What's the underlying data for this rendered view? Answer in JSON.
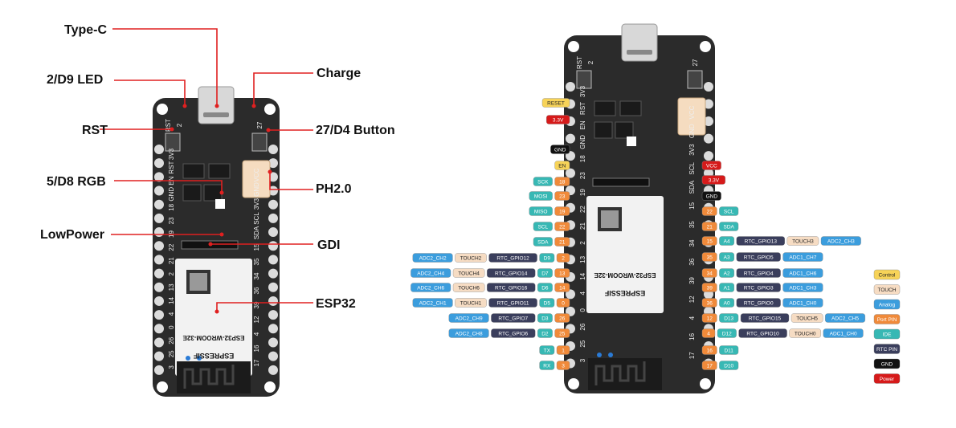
{
  "left_callouts": [
    {
      "id": "typec",
      "text": "Type-C"
    },
    {
      "id": "led",
      "text": "2/D9 LED"
    },
    {
      "id": "charge",
      "text": "Charge"
    },
    {
      "id": "rst",
      "text": "RST"
    },
    {
      "id": "button",
      "text": "27/D4 Button"
    },
    {
      "id": "rgb",
      "text": "5/D8 RGB"
    },
    {
      "id": "ph",
      "text": "PH2.0"
    },
    {
      "id": "lowpower",
      "text": "LowPower"
    },
    {
      "id": "gdi",
      "text": "GDI"
    },
    {
      "id": "esp32",
      "text": "ESP32"
    }
  ],
  "board": {
    "module_text": "ESP32-WROOM-32E",
    "brand": "ESPRESSIF",
    "top_left_label": "RST",
    "top_left_num": "2",
    "top_right_num": "27",
    "left_header": [
      "3V3",
      "RST",
      "EN",
      "GND",
      "18",
      "23",
      "19",
      "22",
      "21",
      "2",
      "13",
      "14",
      "4",
      "0",
      "26",
      "25",
      "3"
    ],
    "right_header": [
      "VCC",
      "GND",
      "3V3",
      "SCL",
      "SDA",
      "15",
      "35",
      "34",
      "36",
      "39",
      "12",
      "4",
      "16",
      "17"
    ]
  },
  "colors": {
    "control": "#f7d358",
    "touch": "#f6dcc3",
    "analog": "#3b9ddd",
    "port_pin": "#f08a3a",
    "ide": "#37b8b4",
    "rtc_pin": "#3a3e5c",
    "gnd": "#111111",
    "power": "#d61a1a",
    "pcb": "#2b2b2b",
    "red_line": "#e02020"
  },
  "pinout_left": [
    {
      "chips": [
        {
          "t": "RESET",
          "k": "control"
        }
      ]
    },
    {
      "chips": [
        {
          "t": "3.3V",
          "k": "power"
        }
      ]
    },
    {
      "chips": [
        {
          "t": "GND",
          "k": "gnd"
        }
      ]
    },
    {
      "chips": [
        {
          "t": "EN",
          "k": "control"
        }
      ]
    },
    {
      "chips": [
        {
          "t": "SCK",
          "k": "ide"
        },
        {
          "t": "18",
          "k": "port_pin"
        }
      ]
    },
    {
      "chips": [
        {
          "t": "MOSI",
          "k": "ide"
        },
        {
          "t": "23",
          "k": "port_pin"
        }
      ]
    },
    {
      "chips": [
        {
          "t": "MISO",
          "k": "ide"
        },
        {
          "t": "19",
          "k": "port_pin"
        }
      ]
    },
    {
      "chips": [
        {
          "t": "SCL",
          "k": "ide"
        },
        {
          "t": "22",
          "k": "port_pin"
        }
      ]
    },
    {
      "chips": [
        {
          "t": "SDA",
          "k": "ide"
        },
        {
          "t": "21",
          "k": "port_pin"
        }
      ]
    },
    {
      "chips": [
        {
          "t": "ADC2_CH2",
          "k": "analog"
        },
        {
          "t": "TOUCH2",
          "k": "touch"
        },
        {
          "t": "RTC_GPIO12",
          "k": "rtc_pin"
        },
        {
          "t": "D9",
          "k": "ide"
        },
        {
          "t": "2",
          "k": "port_pin"
        }
      ]
    },
    {
      "chips": [
        {
          "t": "ADC2_CH4",
          "k": "analog"
        },
        {
          "t": "TOUCH4",
          "k": "touch"
        },
        {
          "t": "RTC_GPIO14",
          "k": "rtc_pin"
        },
        {
          "t": "D7",
          "k": "ide"
        },
        {
          "t": "13",
          "k": "port_pin"
        }
      ]
    },
    {
      "chips": [
        {
          "t": "ADC2_CH6",
          "k": "analog"
        },
        {
          "t": "TOUCH6",
          "k": "touch"
        },
        {
          "t": "RTC_GPIO16",
          "k": "rtc_pin"
        },
        {
          "t": "D6",
          "k": "ide"
        },
        {
          "t": "14",
          "k": "port_pin"
        }
      ]
    },
    {
      "chips": [
        {
          "t": "ADC2_CH1",
          "k": "analog"
        },
        {
          "t": "TOUCH1",
          "k": "touch"
        },
        {
          "t": "RTC_GPIO11",
          "k": "rtc_pin"
        },
        {
          "t": "D5",
          "k": "ide"
        },
        {
          "t": "0",
          "k": "port_pin"
        }
      ]
    },
    {
      "chips": [
        {
          "t": "ADC2_CH9",
          "k": "analog"
        },
        {
          "t": "RTC_GPIO7",
          "k": "rtc_pin"
        },
        {
          "t": "D3",
          "k": "ide"
        },
        {
          "t": "26",
          "k": "port_pin"
        }
      ]
    },
    {
      "chips": [
        {
          "t": "ADC2_CH8",
          "k": "analog"
        },
        {
          "t": "RTC_GPIO6",
          "k": "rtc_pin"
        },
        {
          "t": "D2",
          "k": "ide"
        },
        {
          "t": "25",
          "k": "port_pin"
        }
      ]
    },
    {
      "chips": [
        {
          "t": "TX",
          "k": "ide"
        },
        {
          "t": "1",
          "k": "port_pin"
        }
      ]
    },
    {
      "chips": [
        {
          "t": "RX",
          "k": "ide"
        },
        {
          "t": "3",
          "k": "port_pin"
        }
      ]
    }
  ],
  "pinout_right": [
    {
      "chips": [
        {
          "t": "VCC",
          "k": "power"
        }
      ]
    },
    {
      "chips": [
        {
          "t": "3.3V",
          "k": "power"
        }
      ]
    },
    {
      "chips": [
        {
          "t": "GND",
          "k": "gnd"
        }
      ]
    },
    {
      "chips": [
        {
          "t": "22",
          "k": "port_pin"
        },
        {
          "t": "SCL",
          "k": "ide"
        }
      ]
    },
    {
      "chips": [
        {
          "t": "21",
          "k": "port_pin"
        },
        {
          "t": "SDA",
          "k": "ide"
        }
      ]
    },
    {
      "chips": [
        {
          "t": "15",
          "k": "port_pin"
        },
        {
          "t": "A4",
          "k": "ide"
        },
        {
          "t": "RTC_GPIO13",
          "k": "rtc_pin"
        },
        {
          "t": "TOUCH3",
          "k": "touch"
        },
        {
          "t": "ADC2_CH3",
          "k": "analog"
        }
      ]
    },
    {
      "chips": [
        {
          "t": "35",
          "k": "port_pin"
        },
        {
          "t": "A3",
          "k": "ide"
        },
        {
          "t": "RTC_GPIO5",
          "k": "rtc_pin"
        },
        {
          "t": "ADC1_CH7",
          "k": "analog"
        }
      ]
    },
    {
      "chips": [
        {
          "t": "34",
          "k": "port_pin"
        },
        {
          "t": "A2",
          "k": "ide"
        },
        {
          "t": "RTC_GPIO4",
          "k": "rtc_pin"
        },
        {
          "t": "ADC1_CH6",
          "k": "analog"
        }
      ]
    },
    {
      "chips": [
        {
          "t": "39",
          "k": "port_pin"
        },
        {
          "t": "A1",
          "k": "ide"
        },
        {
          "t": "RTC_GPIO3",
          "k": "rtc_pin"
        },
        {
          "t": "ADC1_CH3",
          "k": "analog"
        }
      ]
    },
    {
      "chips": [
        {
          "t": "36",
          "k": "port_pin"
        },
        {
          "t": "A0",
          "k": "ide"
        },
        {
          "t": "RTC_GPIO0",
          "k": "rtc_pin"
        },
        {
          "t": "ADC1_CH0",
          "k": "analog"
        }
      ]
    },
    {
      "chips": [
        {
          "t": "12",
          "k": "port_pin"
        },
        {
          "t": "D13",
          "k": "ide"
        },
        {
          "t": "RTC_GPIO15",
          "k": "rtc_pin"
        },
        {
          "t": "TOUCH5",
          "k": "touch"
        },
        {
          "t": "ADC2_CH5",
          "k": "analog"
        }
      ]
    },
    {
      "chips": [
        {
          "t": "4",
          "k": "port_pin"
        },
        {
          "t": "D12",
          "k": "ide"
        },
        {
          "t": "RTC_GPIO10",
          "k": "rtc_pin"
        },
        {
          "t": "TOUCH0",
          "k": "touch"
        },
        {
          "t": "ADC1_CH0",
          "k": "analog"
        }
      ]
    },
    {
      "chips": [
        {
          "t": "16",
          "k": "port_pin"
        },
        {
          "t": "D11",
          "k": "ide"
        }
      ]
    },
    {
      "chips": [
        {
          "t": "17",
          "k": "port_pin"
        },
        {
          "t": "D10",
          "k": "ide"
        }
      ]
    }
  ],
  "legend": [
    {
      "t": "Control",
      "k": "control"
    },
    {
      "t": "TOUCH",
      "k": "touch"
    },
    {
      "t": "Analog",
      "k": "analog"
    },
    {
      "t": "Port PIN",
      "k": "port_pin"
    },
    {
      "t": "IDE",
      "k": "ide"
    },
    {
      "t": "RTC PIN",
      "k": "rtc_pin"
    },
    {
      "t": "GND",
      "k": "gnd"
    },
    {
      "t": "Power",
      "k": "power"
    }
  ]
}
